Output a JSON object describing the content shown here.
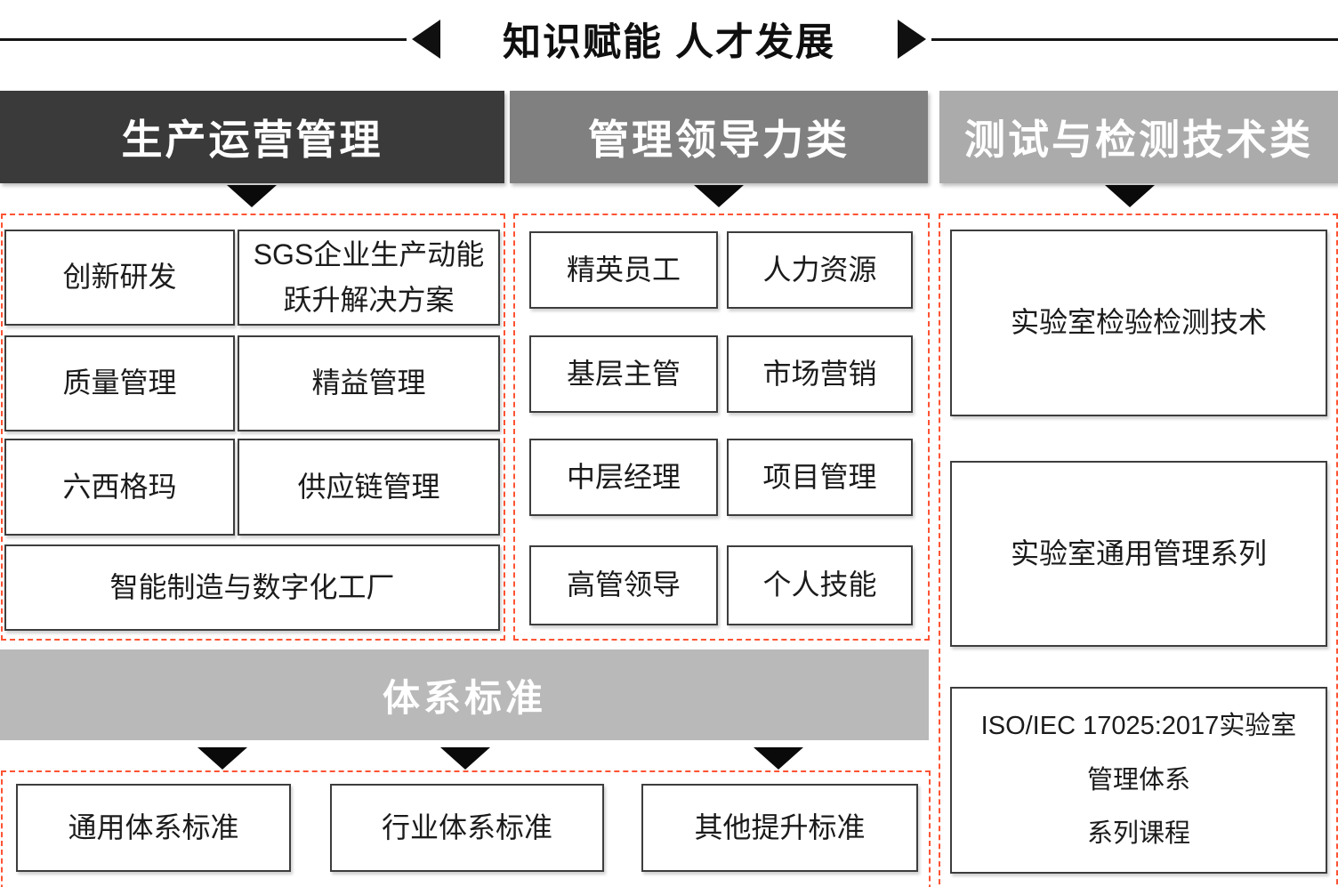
{
  "title": "知识赋能 人才发展",
  "colors": {
    "header1_bg": "#3a3a3a",
    "header2_bg": "#808080",
    "header3_bg": "#ababab",
    "banner_bg": "#b9b9b9",
    "dashed_border": "#ff5333",
    "box_border": "#3d3d3d"
  },
  "columns": [
    {
      "header": "生产运营管理",
      "boxes": [
        "创新研发",
        "SGS企业生产动能\n跃升解决方案",
        "质量管理",
        "精益管理",
        "六西格玛",
        "供应链管理",
        "智能制造与数字化工厂"
      ]
    },
    {
      "header": "管理领导力类",
      "boxes": [
        "精英员工",
        "人力资源",
        "基层主管",
        "市场营销",
        "中层经理",
        "项目管理",
        "高管领导",
        "个人技能"
      ]
    },
    {
      "header": "测试与检测技术类",
      "boxes": [
        "实验室检验检测技术",
        "实验室通用管理系列",
        "ISO/IEC 17025:2017实验室\n管理体系\n系列课程"
      ]
    }
  ],
  "banner": "体系标准",
  "bottom_boxes": [
    "通用体系标准",
    "行业体系标准",
    "其他提升标准"
  ]
}
